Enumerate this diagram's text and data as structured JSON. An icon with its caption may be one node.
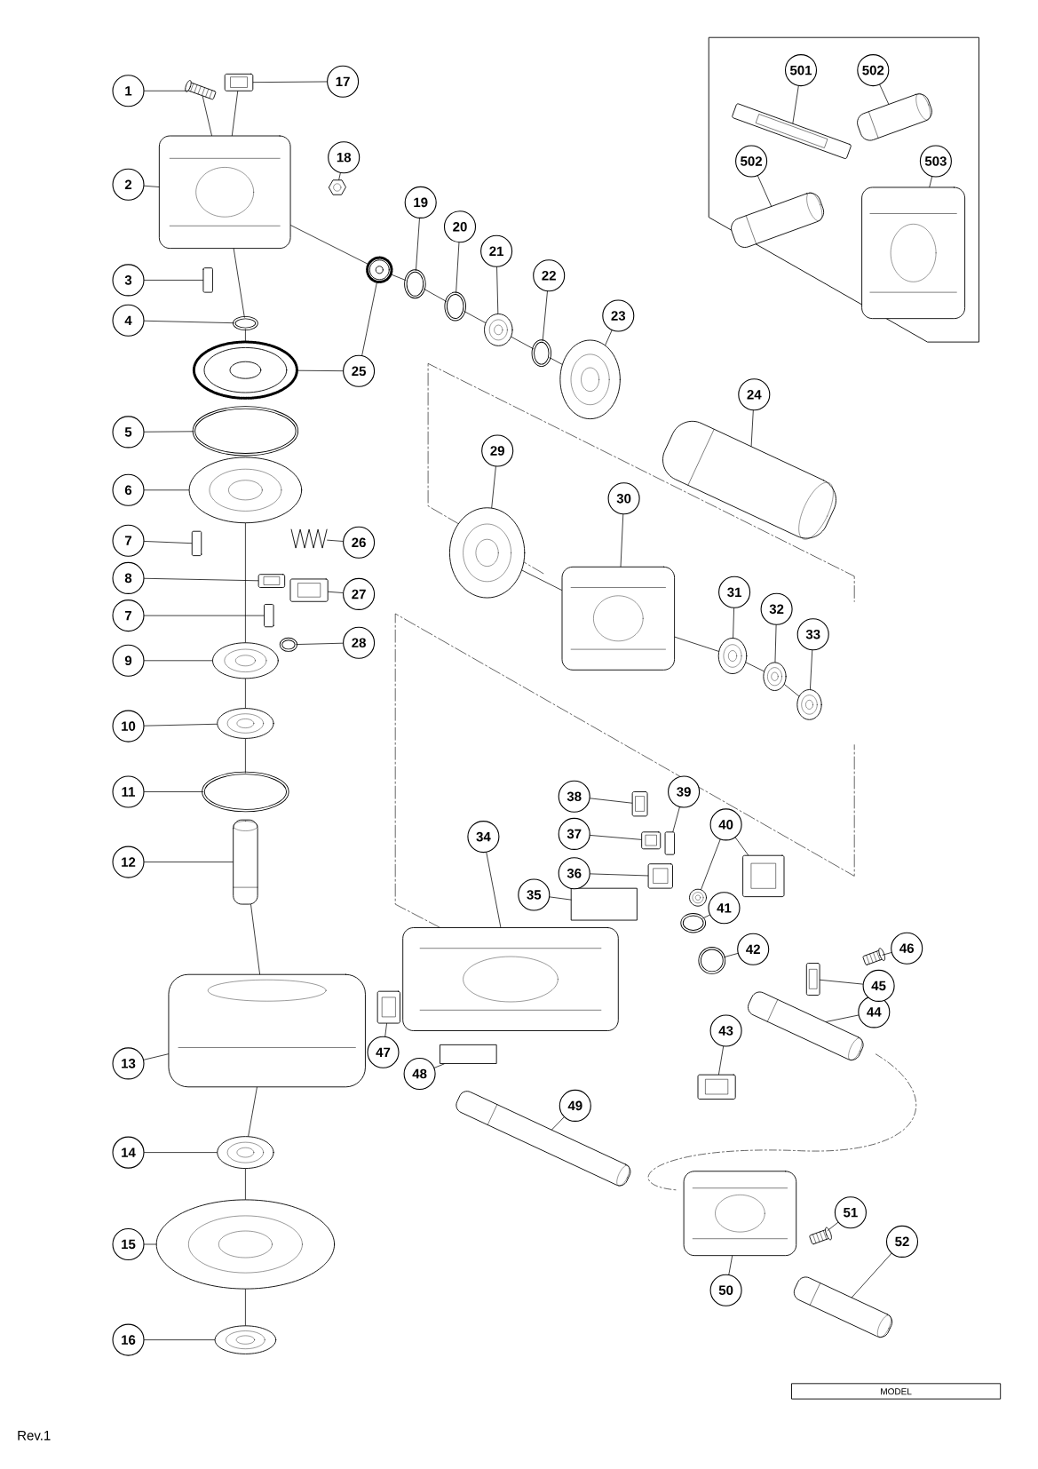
{
  "diagram": {
    "nodes": [
      {
        "text": [
          "1"
        ]
      },
      {
        "text": [],
        "shape": "picture"
      },
      {
        "text": [
          "2"
        ]
      },
      {
        "text": [],
        "shape": "picture"
      },
      {
        "text": [
          "3"
        ]
      },
      {
        "text": [],
        "shape": "bar"
      },
      {
        "text": [
          "4"
        ]
      },
      {
        "text": [],
        "shape": "circle"
      },
      {
        "text": [
          "5"
        ]
      },
      {
        "text": [],
        "shape": "circle"
      },
      {
        "text": [
          "6"
        ]
      },
      {
        "text": [],
        "shape": "picture"
      },
      {
        "text": [
          "7"
        ]
      },
      {
        "text": [],
        "shape": "bar"
      },
      {
        "text": [
          "8"
        ]
      },
      {
        "text": [],
        "shape": "picture"
      },
      {
        "text": [
          "7"
        ]
      },
      {
        "text": [],
        "shape": "bar"
      },
      {
        "text": [
          "9"
        ]
      },
      {
        "text": [],
        "shape": "picture"
      },
      {
        "text": [
          "10"
        ]
      },
      {
        "text": [],
        "shape": "picture"
      },
      {
        "text": [
          "11"
        ]
      },
      {
        "text": [],
        "shape": "circle"
      },
      {
        "text": [
          "12"
        ]
      },
      {
        "text": [],
        "shape": "picture"
      },
      {
        "text": [
          "13"
        ]
      },
      {
        "text": [],
        "shape": "picture"
      },
      {
        "text": [
          "14"
        ]
      },
      {
        "text": [],
        "shape": "picture"
      },
      {
        "text": [
          "15"
        ]
      },
      {
        "text": [],
        "shape": "picture"
      },
      {
        "text": [
          "16"
        ]
      },
      {
        "text": [],
        "shape": "picture"
      },
      {
        "text": [
          "17"
        ]
      },
      {
        "text": [],
        "shape": "picture"
      },
      {
        "text": [
          "18"
        ]
      },
      {
        "text": [],
        "shape": "picture"
      },
      {
        "text": [
          "19"
        ]
      },
      {
        "text": [],
        "shape": "circle"
      },
      {
        "text": [
          "20"
        ]
      },
      {
        "text": [],
        "shape": "circle"
      },
      {
        "text": [
          "21"
        ]
      },
      {
        "text": [],
        "shape": "picture"
      },
      {
        "text": [
          "22"
        ]
      },
      {
        "text": [],
        "shape": "circle"
      },
      {
        "text": [
          "23"
        ]
      },
      {
        "text": [],
        "shape": "picture"
      },
      {
        "text": [
          "24"
        ]
      },
      {
        "text": [],
        "shape": "picture"
      },
      {
        "text": [
          "25"
        ]
      },
      {
        "text": [],
        "shape": "picture"
      },
      {
        "text": [],
        "shape": "picture"
      },
      {
        "text": [
          "26"
        ]
      },
      {
        "text": [],
        "shape": "picture"
      },
      {
        "text": [
          "27"
        ]
      },
      {
        "text": [],
        "shape": "picture"
      },
      {
        "text": [
          "28"
        ]
      },
      {
        "text": [],
        "shape": "circle"
      },
      {
        "text": [
          "29"
        ]
      },
      {
        "text": [],
        "shape": "picture"
      },
      {
        "text": [
          "30"
        ]
      },
      {
        "text": [],
        "shape": "picture"
      },
      {
        "text": [
          "31"
        ]
      },
      {
        "text": [],
        "shape": "picture"
      },
      {
        "text": [
          "32"
        ]
      },
      {
        "text": [],
        "shape": "picture"
      },
      {
        "text": [
          "33"
        ]
      },
      {
        "text": [],
        "shape": "picture"
      },
      {
        "text": [
          "34"
        ]
      },
      {
        "text": [],
        "shape": "picture"
      },
      {
        "text": [
          "35"
        ]
      },
      {
        "text": [],
        "shape": "box"
      },
      {
        "text": [
          "36"
        ]
      },
      {
        "text": [],
        "shape": "picture"
      },
      {
        "text": [
          "37"
        ]
      },
      {
        "text": [],
        "shape": "picture"
      },
      {
        "text": [
          "38"
        ]
      },
      {
        "text": [],
        "shape": "picture"
      },
      {
        "text": [
          "39"
        ]
      },
      {
        "text": [],
        "shape": "bar"
      },
      {
        "text": [
          "40"
        ]
      },
      {
        "text": [],
        "shape": "picture"
      },
      {
        "text": [],
        "shape": "picture"
      },
      {
        "text": [
          "41"
        ]
      },
      {
        "text": [],
        "shape": "circle"
      },
      {
        "text": [
          "42"
        ]
      },
      {
        "text": [],
        "shape": "circle"
      },
      {
        "text": [
          "43"
        ]
      },
      {
        "text": [],
        "shape": "picture"
      },
      {
        "text": [
          "44"
        ]
      },
      {
        "text": [],
        "shape": "picture"
      },
      {
        "text": [
          "45"
        ]
      },
      {
        "text": [],
        "shape": "picture"
      },
      {
        "text": [
          "46"
        ]
      },
      {
        "text": [],
        "shape": "picture"
      },
      {
        "text": [
          "47"
        ]
      },
      {
        "text": [],
        "shape": "picture"
      },
      {
        "text": [
          "48"
        ]
      },
      {
        "text": [],
        "shape": "box"
      },
      {
        "text": [
          "49"
        ]
      },
      {
        "text": [],
        "shape": "picture"
      },
      {
        "text": [
          "50"
        ]
      },
      {
        "text": [],
        "shape": "picture"
      },
      {
        "text": [
          "51"
        ]
      },
      {
        "text": [],
        "shape": "picture"
      },
      {
        "text": [
          "52"
        ]
      },
      {
        "text": [],
        "shape": "picture"
      },
      {
        "text": [
          "501"
        ]
      },
      {
        "text": [],
        "shape": "picture"
      },
      {
        "text": [
          "502"
        ]
      },
      {
        "text": [],
        "shape": "picture"
      },
      {
        "text": [
          "502"
        ]
      },
      {
        "text": [],
        "shape": "picture"
      },
      {
        "text": [
          "503"
        ]
      },
      {
        "text": [],
        "shape": "picture"
      }
    ],
    "edges": [
      {
        "from": 0,
        "to": 1,
        "arrow": "none"
      },
      {
        "from": 2,
        "to": 3,
        "arrow": "none"
      },
      {
        "from": 4,
        "to": 5,
        "arrow": "none"
      },
      {
        "from": 6,
        "to": 7,
        "arrow": "none"
      },
      {
        "from": 8,
        "to": 9,
        "arrow": "none"
      },
      {
        "from": 10,
        "to": 11,
        "arrow": "none"
      },
      {
        "from": 12,
        "to": 13,
        "arrow": "none"
      },
      {
        "from": 14,
        "to": 15,
        "arrow": "none"
      },
      {
        "from": 16,
        "to": 17,
        "arrow": "none"
      },
      {
        "from": 18,
        "to": 19,
        "arrow": "none"
      },
      {
        "from": 20,
        "to": 21,
        "arrow": "none"
      },
      {
        "from": 22,
        "to": 23,
        "arrow": "none"
      },
      {
        "from": 24,
        "to": 25,
        "arrow": "none"
      },
      {
        "from": 26,
        "to": 27,
        "arrow": "none"
      },
      {
        "from": 28,
        "to": 29,
        "arrow": "none"
      },
      {
        "from": 30,
        "to": 31,
        "arrow": "none"
      },
      {
        "from": 32,
        "to": 33,
        "arrow": "none"
      },
      {
        "from": 34,
        "to": 35,
        "arrow": "none"
      },
      {
        "from": 36,
        "to": 37,
        "arrow": "none"
      },
      {
        "from": 38,
        "to": 39,
        "arrow": "none"
      },
      {
        "from": 40,
        "to": 41,
        "arrow": "none"
      },
      {
        "from": 42,
        "to": 43,
        "arrow": "none"
      },
      {
        "from": 44,
        "to": 45,
        "arrow": "none"
      },
      {
        "from": 46,
        "to": 47,
        "arrow": "none"
      },
      {
        "from": 48,
        "to": 49,
        "arrow": "none"
      },
      {
        "from": 50,
        "to": 51,
        "arrow": "none"
      },
      {
        "from": 50,
        "to": 52,
        "arrow": "none"
      },
      {
        "from": 53,
        "to": 54,
        "arrow": "none"
      },
      {
        "from": 55,
        "to": 56,
        "arrow": "none"
      },
      {
        "from": 57,
        "to": 58,
        "arrow": "none"
      },
      {
        "from": 59,
        "to": 60,
        "arrow": "none"
      },
      {
        "from": 61,
        "to": 62,
        "arrow": "none"
      },
      {
        "from": 63,
        "to": 64,
        "arrow": "none"
      },
      {
        "from": 65,
        "to": 66,
        "arrow": "none"
      },
      {
        "from": 67,
        "to": 68,
        "arrow": "none"
      },
      {
        "from": 69,
        "to": 70,
        "arrow": "none"
      },
      {
        "from": 71,
        "to": 72,
        "arrow": "none"
      },
      {
        "from": 73,
        "to": 74,
        "arrow": "none"
      },
      {
        "from": 75,
        "to": 76,
        "arrow": "none"
      },
      {
        "from": 77,
        "to": 78,
        "arrow": "none"
      },
      {
        "from": 79,
        "to": 80,
        "arrow": "none"
      },
      {
        "from": 81,
        "to": 82,
        "arrow": "none"
      },
      {
        "from": 81,
        "to": 83,
        "arrow": "none"
      },
      {
        "from": 84,
        "to": 85,
        "arrow": "none"
      },
      {
        "from": 86,
        "to": 87,
        "arrow": "none"
      },
      {
        "from": 88,
        "to": 89,
        "arrow": "none"
      },
      {
        "from": 90,
        "to": 91,
        "arrow": "none"
      },
      {
        "from": 92,
        "to": 93,
        "arrow": "none"
      },
      {
        "from": 94,
        "to": 95,
        "arrow": "none"
      },
      {
        "from": 96,
        "to": 97,
        "arrow": "none"
      },
      {
        "from": 98,
        "to": 99,
        "arrow": "none"
      },
      {
        "from": 100,
        "to": 101,
        "arrow": "none"
      },
      {
        "from": 102,
        "to": 103,
        "arrow": "none"
      },
      {
        "from": 104,
        "to": 105,
        "arrow": "none"
      },
      {
        "from": 106,
        "to": 107,
        "arrow": "none"
      },
      {
        "from": 108,
        "to": 109,
        "arrow": "none"
      },
      {
        "from": 110,
        "to": 111,
        "arrow": "none"
      },
      {
        "from": 112,
        "to": 113,
        "arrow": "none"
      },
      {
        "from": 114,
        "to": 115,
        "arrow": "none"
      },
      {
        "from": 1,
        "to": 3,
        "arrow": "none"
      },
      {
        "from": 35,
        "to": 3,
        "arrow": "none"
      },
      {
        "from": 3,
        "to": 7,
        "arrow": "none"
      },
      {
        "from": 7,
        "to": 52,
        "arrow": "none"
      },
      {
        "from": 11,
        "to": 19,
        "arrow": "none"
      },
      {
        "from": 19,
        "to": 21,
        "arrow": "none"
      },
      {
        "from": 21,
        "to": 23,
        "arrow": "none"
      },
      {
        "from": 25,
        "to": 27,
        "arrow": "none"
      },
      {
        "from": 27,
        "to": 29,
        "arrow": "none"
      },
      {
        "from": 29,
        "to": 31,
        "arrow": "none"
      },
      {
        "from": 31,
        "to": 33,
        "arrow": "none"
      },
      {
        "from": 3,
        "to": 51,
        "arrow": "none"
      },
      {
        "from": 51,
        "to": 39,
        "arrow": "none"
      },
      {
        "from": 39,
        "to": 41,
        "arrow": "none"
      },
      {
        "from": 41,
        "to": 43,
        "arrow": "none"
      },
      {
        "from": 43,
        "to": 45,
        "arrow": "none"
      },
      {
        "from": 45,
        "to": 47,
        "arrow": "none"
      },
      {
        "from": 60,
        "to": 62,
        "arrow": "none"
      },
      {
        "from": 62,
        "to": 64,
        "arrow": "none"
      },
      {
        "from": 64,
        "to": 66,
        "arrow": "none"
      },
      {
        "from": 66,
        "to": 68,
        "arrow": "none"
      }
    ],
    "labels": [
      "MODEL",
      "Rev.1"
    ]
  }
}
